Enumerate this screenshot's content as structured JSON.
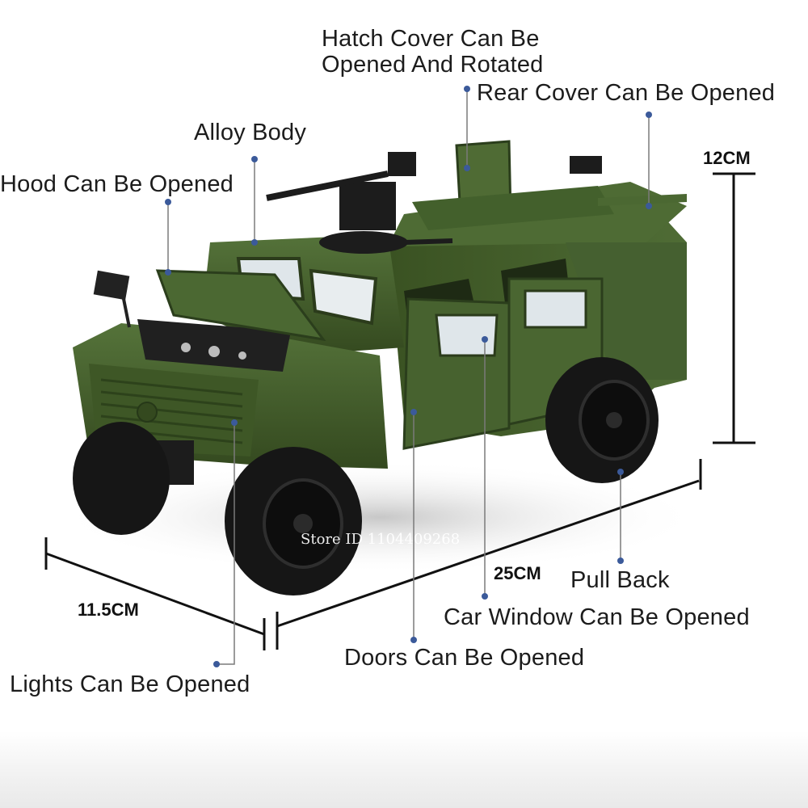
{
  "labels": {
    "hatch_line1": "Hatch Cover Can Be",
    "hatch_line2": "Opened And Rotated",
    "rear_cover": "Rear Cover Can Be Opened",
    "alloy_body": "Alloy Body",
    "hood": "Hood Can Be Opened",
    "pull_back": "Pull Back",
    "car_window": "Car Window Can Be Opened",
    "doors": "Doors Can Be Opened",
    "lights": "Lights Can Be Opened"
  },
  "dimensions": {
    "height": "12CM",
    "length": "25CM",
    "width": "11.5CM"
  },
  "watermark": "Store ID 1104409268",
  "colors": {
    "vehicle_green": "#3f5a27",
    "vehicle_dark": "#2a3d1a",
    "tire": "#161616",
    "leader_line": "#7a7a7a",
    "dot": "#3b5a9a"
  },
  "icons": {
    "leader_dot": "leader-dot-icon"
  }
}
